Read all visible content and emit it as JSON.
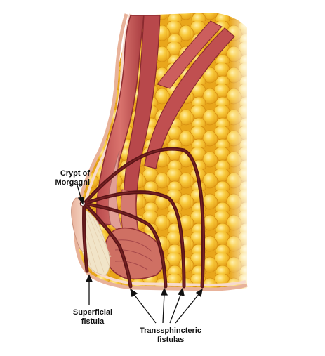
{
  "labels": {
    "crypt": {
      "line1": "Crypt of",
      "line2": "Morgagni"
    },
    "superficial": {
      "line1": "Superficial",
      "line2": "fistula"
    },
    "transsphincteric": {
      "line1": "Transsphincteric",
      "line2": "fistulas"
    }
  },
  "colors": {
    "fat": "#f5c030",
    "fat_highlight": "#ffe487",
    "fat_shadow": "#e5a317",
    "muscle": "#c95d5c",
    "muscle_dark": "#8f2e32",
    "mucosa": "#dd8b84",
    "skin": "#f2c8b4",
    "sphincter": "#cf7063",
    "fistula": "#5a1517",
    "arrow": "#111111"
  }
}
